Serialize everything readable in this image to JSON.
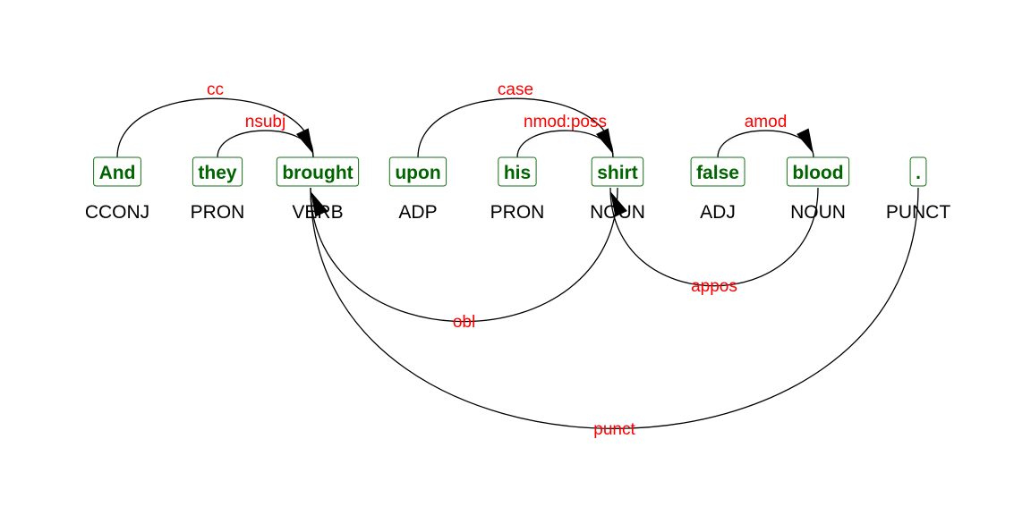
{
  "tokens": [
    {
      "word": "And",
      "pos": "CCONJ"
    },
    {
      "word": "they",
      "pos": "PRON"
    },
    {
      "word": "brought",
      "pos": "VERB"
    },
    {
      "word": "upon",
      "pos": "ADP"
    },
    {
      "word": "his",
      "pos": "PRON"
    },
    {
      "word": "shirt",
      "pos": "NOUN"
    },
    {
      "word": "false",
      "pos": "ADJ"
    },
    {
      "word": "blood",
      "pos": "NOUN"
    },
    {
      "word": ".",
      "pos": "PUNCT"
    }
  ],
  "relations": [
    {
      "label": "cc",
      "dependent": 0,
      "head": 2,
      "side": "above"
    },
    {
      "label": "nsubj",
      "dependent": 1,
      "head": 2,
      "side": "above"
    },
    {
      "label": "case",
      "dependent": 3,
      "head": 5,
      "side": "above"
    },
    {
      "label": "nmod:poss",
      "dependent": 4,
      "head": 5,
      "side": "above"
    },
    {
      "label": "amod",
      "dependent": 6,
      "head": 7,
      "side": "above"
    },
    {
      "label": "appos",
      "dependent": 7,
      "head": 5,
      "side": "below"
    },
    {
      "label": "obl",
      "dependent": 5,
      "head": 2,
      "side": "below"
    },
    {
      "label": "punct",
      "dependent": 8,
      "head": 2,
      "side": "below"
    }
  ],
  "colors": {
    "word": "#006400",
    "word_border": "#1a6e1a",
    "relation": "#ff0000",
    "arc": "#000000",
    "pos": "#000000"
  }
}
